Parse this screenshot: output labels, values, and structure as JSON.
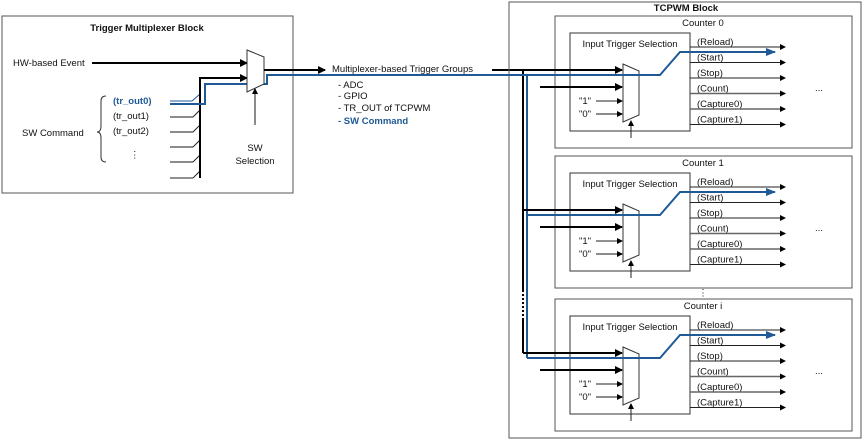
{
  "trigger_mux_block": {
    "title": "Trigger Multiplexer Block",
    "hw_event_label": "HW-based Event",
    "sw_command_label": "SW Command",
    "sw_outputs": [
      "(tr_out0)",
      "(tr_out1)",
      "(tr_out2)",
      "⋮"
    ],
    "sw_selection_label_1": "SW",
    "sw_selection_label_2": "Selection"
  },
  "trigger_groups": {
    "title": "Multiplexer-based Trigger Groups",
    "items": [
      "- ADC",
      "- GPIO",
      "- TR_OUT of TCPWM",
      "- SW Command"
    ]
  },
  "tcpwm_block": {
    "title": "TCPWM Block",
    "counters": [
      {
        "name": "Counter 0"
      },
      {
        "name": "Counter 1"
      },
      {
        "name": "Counter i"
      }
    ],
    "input_trigger_label": "Input Trigger Selection",
    "const_inputs": [
      "\"1\"",
      "\"0\""
    ],
    "outputs": [
      "(Reload)",
      "(Start)",
      "(Stop)",
      "(Count)",
      "(Capture0)",
      "(Capture1)"
    ],
    "more_label": "...",
    "vdots": "⋮"
  },
  "colors": {
    "highlight": "#1f5a96"
  }
}
